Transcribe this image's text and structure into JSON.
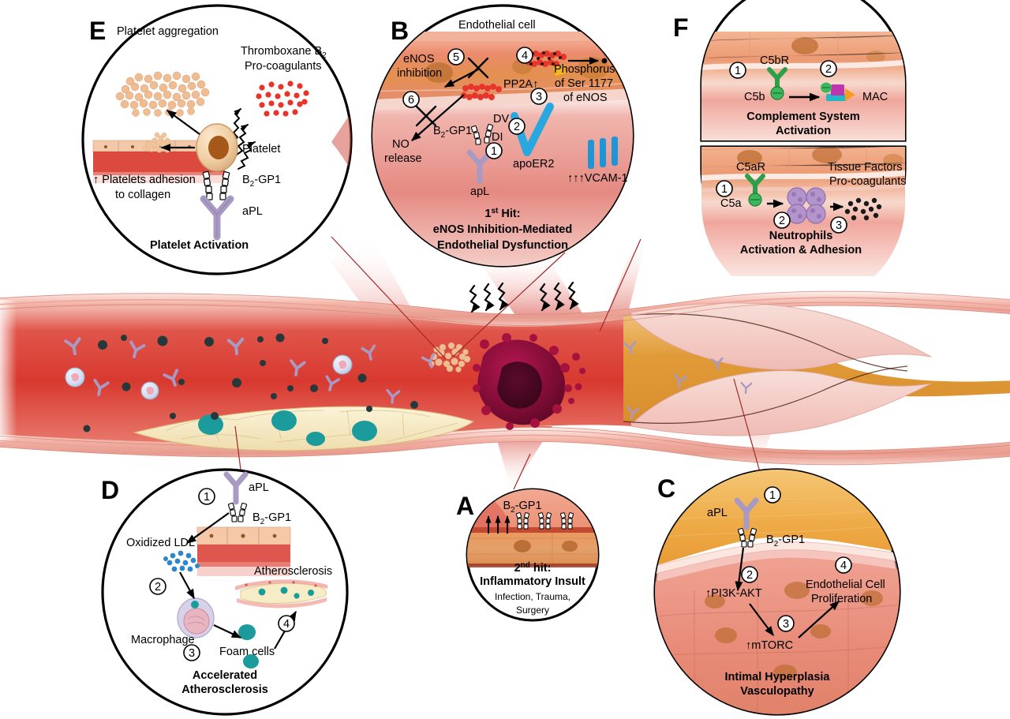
{
  "figure": {
    "title": "Pathogenic mechanisms of antiphospholipid antibodies in vascular disease",
    "type": "scientific-schematic-diagram"
  },
  "panels": [
    {
      "id": "A",
      "letter": "A",
      "caption_line1": "2",
      "caption_sup": "nd",
      "caption_line1b": " hit:",
      "caption_line2": "Inflammatory Insult",
      "caption_sub": "Infection, Trauma, Surgery",
      "labels": [
        {
          "name": "b2gp1-label",
          "text": "B",
          "sub": "2",
          "rest": "-GP1"
        },
        {
          "name": "up-arrows",
          "text": "↑↑↑"
        }
      ]
    },
    {
      "id": "B",
      "letter": "B",
      "header": "Endothelial cell",
      "caption_line1_pre": "1",
      "caption_line1_sup": "st",
      "caption_line1_post": " Hit:",
      "caption_line2": "eNOS Inhibition-Mediated",
      "caption_line3": "Endothelial Dysfunction",
      "labels": {
        "enos_inhibition_l1": "eNOS",
        "enos_inhibition_l2": "inhibition",
        "no_release_l1": "NO",
        "no_release_l2": "release",
        "pp2a": "PP2A↑",
        "phosphorus_l1": "Phosphorus",
        "phosphorus_l2": "of Ser 1177",
        "phosphorus_l3": "of eNOS",
        "b2gp1": "B",
        "b2gp1_sub": "2",
        "b2gp1_rest": "-GP1",
        "dv": "DV",
        "di": "DI",
        "apl": "apL",
        "apoer2": "apoER2",
        "vcam": "↑↑↑VCAM-1"
      },
      "steps": [
        "1",
        "2",
        "3",
        "4",
        "5",
        "6"
      ]
    },
    {
      "id": "C",
      "letter": "C",
      "caption_line1": "Intimal Hyperplasia",
      "caption_line2": "Vasculopathy",
      "labels": {
        "apl": "aPL",
        "b2gp1": "B",
        "b2gp1_sub": "2",
        "b2gp1_rest": "-GP1",
        "pi3k": "↑PI3K-AKT",
        "mtorc": "↑mTORC",
        "proliferation_l1": "Endothelial Cell",
        "proliferation_l2": "Proliferation"
      },
      "steps": [
        "1",
        "2",
        "3",
        "4"
      ]
    },
    {
      "id": "D",
      "letter": "D",
      "caption_line1": "Accelerated",
      "caption_line2": "Atherosclerosis",
      "labels": {
        "apl": "aPL",
        "b2gp1": "B",
        "b2gp1_sub": "2",
        "b2gp1_rest": "-GP1",
        "oxidized_ldl": "Oxidized LDL",
        "macrophage": "Macrophage",
        "foam_cells": "Foam cells",
        "atherosclerosis": "Atherosclerosis"
      },
      "steps": [
        "1",
        "2",
        "3",
        "4"
      ]
    },
    {
      "id": "E",
      "letter": "E",
      "caption": "Platelet Activation",
      "labels": {
        "aggregation": "Platelet aggregation",
        "thromboxane_l1": "Thromboxane B",
        "thromboxane_sub": "2",
        "thromboxane_l2": "Pro-coagulants",
        "adhesion_l1": "↑ Platelets adhesion",
        "adhesion_l2": "to collagen",
        "platelet": "Platelet",
        "b2gp1": "B",
        "b2gp1_sub": "2",
        "b2gp1_rest": "-GP1",
        "apl": "aPL"
      }
    },
    {
      "id": "F",
      "letter": "F",
      "top": {
        "caption_line1": "Complement System",
        "caption_line2": "Activation",
        "labels": {
          "c5br": "C5bR",
          "c5b": "C5b",
          "mac": "MAC"
        },
        "steps": [
          "1",
          "2"
        ]
      },
      "bottom": {
        "caption_line1": "Neutrophils",
        "caption_line2": "Activation & Adhesion",
        "labels": {
          "c5ar": "C5aR",
          "c5a": "C5a",
          "tissue_factors_l1": "Tissue Factors",
          "tissue_factors_l2": "Pro-coagulants"
        },
        "steps": [
          "1",
          "2",
          "3"
        ]
      }
    }
  ],
  "central_vessel": {
    "name": "blood-vessel-cross-section",
    "features": [
      "normal-vessel-lumen-left",
      "atherosclerotic-plaque-bottom-left",
      "platelet-aggregate",
      "thrombus-dark-red",
      "intimal-hyperplasia-stenosis-right",
      "antibodies-aPL-in-lumen",
      "neutrophils",
      "foam-cells-teal"
    ]
  },
  "colors": {
    "vessel_lumen_red": "#d8392f",
    "vessel_wall_pink": "#f0a49a",
    "vessel_wall_light": "#f7ccc4",
    "plaque_cream": "#f6ebc4",
    "foam_cell_teal": "#1b9b9b",
    "thrombus_dark": "#8e0f3c",
    "stenosis_orange": "#e0933a",
    "antibody_purple": "#a99ac4",
    "apoer2_blue": "#29a8e0",
    "complement_green": "#2e9e4a",
    "platelet_tan": "#f2d2ab",
    "platelet_core": "#a5581a",
    "connector_line": "#b03030",
    "outline_black": "#000000",
    "ldl_blue": "#2e87c8",
    "neutrophil_purple": "#ae8fc4",
    "mac_magenta": "#c033b0",
    "mac_cyan": "#1fb8c4",
    "mac_orange": "#f59b1e"
  }
}
